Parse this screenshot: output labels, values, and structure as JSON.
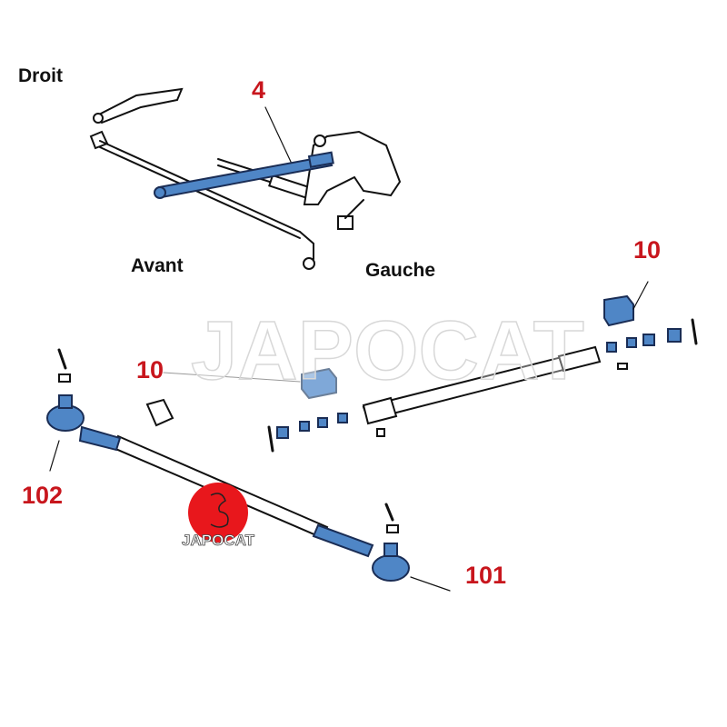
{
  "labels": {
    "droit": "Droit",
    "avant": "Avant",
    "gauche": "Gauche"
  },
  "part_numbers": {
    "p4": "4",
    "p10_right": "10",
    "p10_left": "10",
    "p102": "102",
    "p101": "101"
  },
  "watermark": "JAPOCAT",
  "logo_text": "JAPOCAT",
  "colors": {
    "part_blue": "#4f86c6",
    "label_red": "#c8161d",
    "logo_red": "#e8171c"
  }
}
